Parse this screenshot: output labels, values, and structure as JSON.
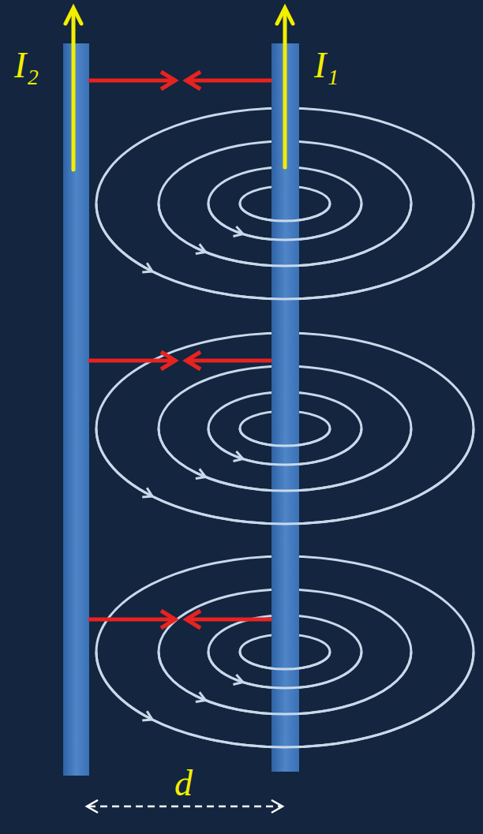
{
  "diagram": {
    "labels": [
      "I₂",
      "I₁",
      "d"
    ]
  }
}
